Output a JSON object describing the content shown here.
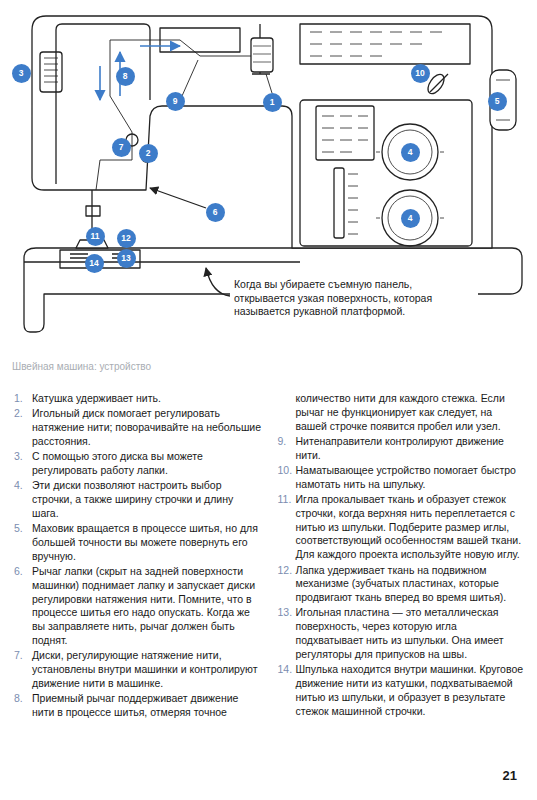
{
  "diagram": {
    "caption": "Швейная машина: устройство",
    "nodes": [
      {
        "text": [
          "3"
        ]
      },
      {
        "text": [
          "8"
        ]
      },
      {
        "text": [
          "10"
        ]
      },
      {
        "text": [
          "9"
        ]
      },
      {
        "text": [
          "1"
        ]
      },
      {
        "text": [
          "5"
        ]
      },
      {
        "text": [
          "7"
        ]
      },
      {
        "text": [
          "2"
        ]
      },
      {
        "text": [
          "4"
        ]
      },
      {
        "text": [
          "6"
        ]
      },
      {
        "text": [
          "4"
        ]
      },
      {
        "text": [
          "11"
        ]
      },
      {
        "text": [
          "12"
        ]
      },
      {
        "text": [
          "14"
        ]
      },
      {
        "text": [
          "13"
        ]
      },
      {
        "text": [
          "Когда вы убираете съемную панель, открывается узкая поверхность, которая называется рукавной платформой."
        ]
      }
    ],
    "labels": [
      "1.",
      "Катушка удерживает нить.",
      "2.",
      "Игольный диск помогает регулировать натяжение нити; поворачивайте на небольшие расстояния.",
      "3.",
      "С помощью этого диска вы можете регулировать работу лапки.",
      "4.",
      "Эти диски позволяют настроить выбор строчки, а также ширину строчки и длину шага.",
      "5.",
      "Маховик вращается в процессе шитья, но для большей точности вы можете повернуть его вручную.",
      "6.",
      "Рычаг лапки (скрыт на задней поверхности машинки) поднимает лапку и запускает диски регулировки натяжения нити. Помните, что в процессе шитья его надо опускать. Когда же вы заправляете нить, рычаг должен быть поднят.",
      "7.",
      "Диски, регулирующие натяжение нити, установлены внутри машинки и контролируют движение нити в машинке.",
      "8.",
      "Приемный рычаг поддерживает движение нити в процессе шитья, отмеряя точное количество нити для каждого стежка. Если рычаг не функционирует как следует, на вашей строчке появится пробел или узел.",
      "9.",
      "Нитенаправители контролируют движение нити.",
      "10.",
      "Наматывающее устройство помогает быстро намотать нить на шпульку.",
      "11.",
      "Игла прокалывает ткань и образует стежок строчки, когда верхняя нить переплетается с нитью из шпульки. Подберите размер иглы, соответствующий особенностям вашей ткани. Для каждого проекта используйте новую иглу.",
      "12.",
      "Лапка удерживает ткань на подвижном механизме (зубчатых пластинах, которые продвигают ткань вперед во время шитья).",
      "13.",
      "Игольная пластина — это металлическая поверхность, через которую игла подхватывает нить из шпульки. Она имеет регуляторы для припусков на швы.",
      "14.",
      "Шпулька находится внутри машинки. Круговое движение нити из катушки, подхватываемой нитью из шпульки, и образует в результате стежок машинной строчки.",
      "21"
    ]
  }
}
